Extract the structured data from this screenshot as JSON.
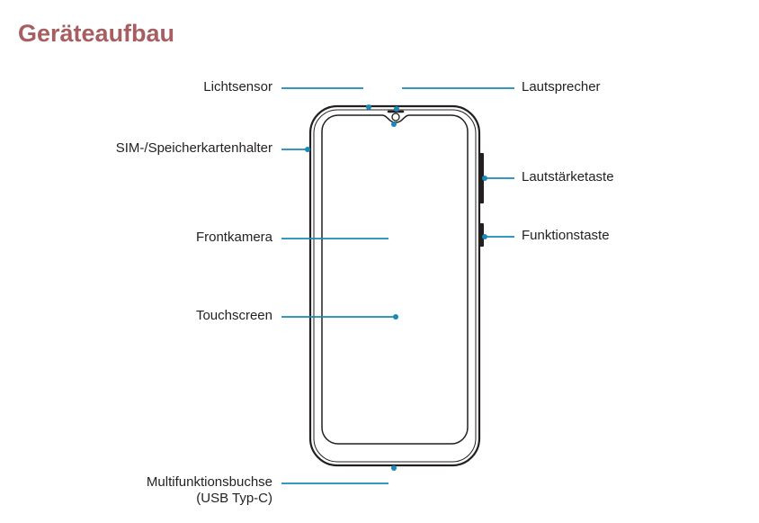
{
  "page": {
    "title": "Geräteaufbau",
    "title_color": "#a65e60",
    "callout_color": "#1a88b8"
  },
  "labels": {
    "lichtsensor": "Lichtsensor",
    "lautsprecher": "Lautsprecher",
    "sim_halter": "SIM-/Speicherkartenhalter",
    "lautstaerketaste": "Lautstärketaste",
    "frontkamera": "Frontkamera",
    "funktionstaste": "Funktionstaste",
    "touchscreen": "Touchscreen",
    "multifunktionsbuchse_line1": "Multifunktionsbuchse",
    "multifunktionsbuchse_line2": "(USB Typ-C)"
  }
}
